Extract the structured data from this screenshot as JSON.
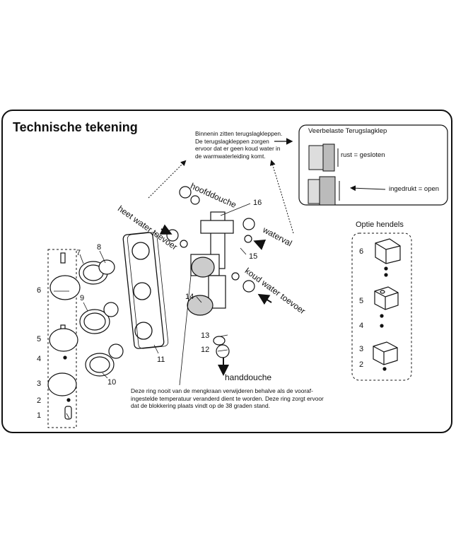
{
  "title": "Technische tekening",
  "note_top": {
    "line1": "Binnenin zitten terugslagkleppen.",
    "line2": "De terugslagkleppen zorgen",
    "line3": "ervoor dat er geen koud water in",
    "line4": "de warmwaterleiding komt."
  },
  "inset": {
    "title": "Veerbelaste Terugslagklep",
    "state_closed": "rust = gesloten",
    "state_open": "ingedrukt = open"
  },
  "labels": {
    "hoofddouche": "hoofddouche",
    "waterval": "waterval",
    "heet_water": "heet water toevoer",
    "koud_water": "koud water toevoer",
    "handdouche": "handdouche",
    "optie_hendels": "Optie hendels"
  },
  "note_bottom": {
    "line1": "Deze ring nooit van de mengkraan  verwijderen behalve als de vooraf-",
    "line2": "ingestelde temperatuur veranderd dient te worden. Deze ring zorgt ervoor",
    "line3": "dat de blokkering plaats vindt op de 38 graden stand."
  },
  "part_numbers": {
    "n1": "1",
    "n2": "2",
    "n3": "3",
    "n4": "4",
    "n5": "5",
    "n6": "6",
    "n7": "7",
    "n8": "8",
    "n9": "9",
    "n10": "10",
    "n11": "11",
    "n12": "12",
    "n13": "13",
    "n14": "14",
    "n15": "15",
    "n16": "16",
    "opt6": "6",
    "opt5": "5",
    "opt4": "4",
    "opt3": "3",
    "opt2": "2"
  }
}
